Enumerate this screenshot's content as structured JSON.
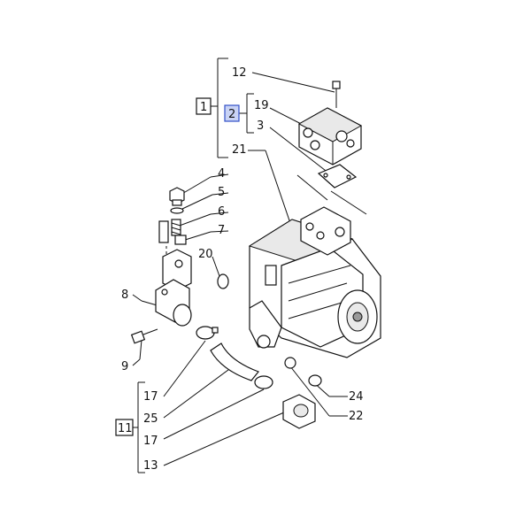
{
  "diagram": {
    "callouts": [
      {
        "id": "c12",
        "text": "12"
      },
      {
        "id": "c1",
        "text": "1"
      },
      {
        "id": "c2",
        "text": "2"
      },
      {
        "id": "c19",
        "text": "19"
      },
      {
        "id": "c3",
        "text": "3"
      },
      {
        "id": "c21",
        "text": "21"
      },
      {
        "id": "c4",
        "text": "4"
      },
      {
        "id": "c5",
        "text": "5"
      },
      {
        "id": "c6",
        "text": "6"
      },
      {
        "id": "c7",
        "text": "7"
      },
      {
        "id": "c20",
        "text": "20"
      },
      {
        "id": "c8",
        "text": "8"
      },
      {
        "id": "c9",
        "text": "9"
      },
      {
        "id": "c17a",
        "text": "17"
      },
      {
        "id": "c25",
        "text": "25"
      },
      {
        "id": "c17b",
        "text": "17"
      },
      {
        "id": "c13",
        "text": "13"
      },
      {
        "id": "c11",
        "text": "11"
      },
      {
        "id": "c24",
        "text": "24"
      },
      {
        "id": "c22",
        "text": "22"
      }
    ],
    "highlight_color": "#3350c8"
  }
}
